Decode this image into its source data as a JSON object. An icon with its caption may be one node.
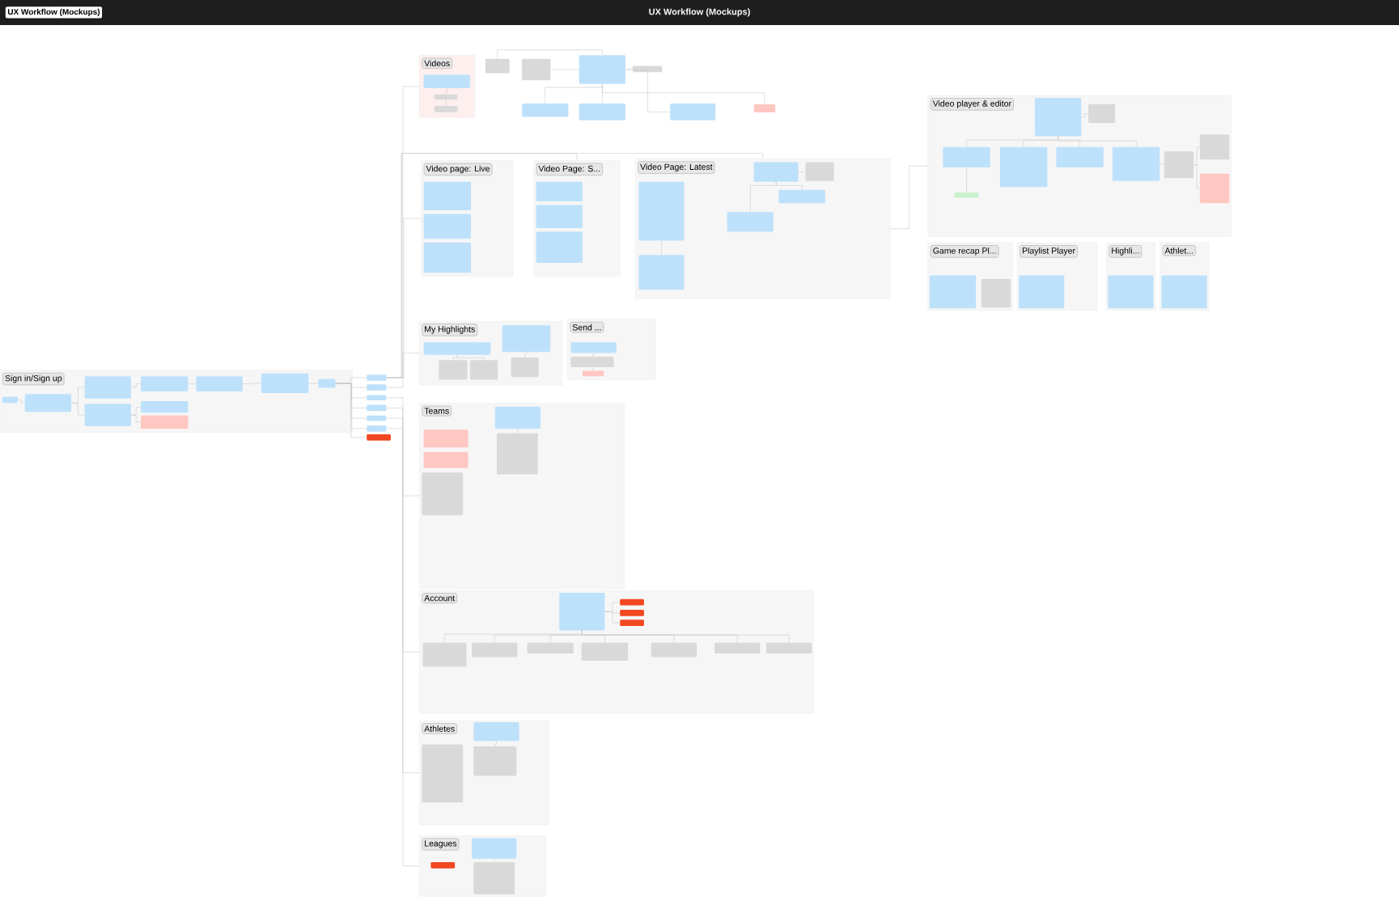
{
  "diagram": {
    "title": "UX Workflow (Mockups)",
    "labels": [
      "UX Workflow (Mockups)"
    ],
    "nodes": [
      {
        "text": [
          "Sign in/Sign up"
        ]
      },
      {
        "text": [],
        "shape": "box",
        "in": 0
      },
      {
        "text": [],
        "shape": "box",
        "in": 0
      },
      {
        "text": [],
        "shape": "box",
        "in": 0
      },
      {
        "text": [],
        "shape": "box",
        "in": 0
      },
      {
        "text": [],
        "shape": "box",
        "in": 0
      },
      {
        "text": [],
        "shape": "box",
        "in": 0
      },
      {
        "text": [],
        "shape": "box",
        "in": 0
      },
      {
        "text": [],
        "shape": "box",
        "in": 0
      },
      {
        "text": [],
        "shape": "box",
        "in": 0
      },
      {
        "text": [],
        "shape": "box",
        "in": 0
      },
      {
        "text": [],
        "shape": "box"
      },
      {
        "text": [],
        "shape": "box"
      },
      {
        "text": [],
        "shape": "box"
      },
      {
        "text": [],
        "shape": "box"
      },
      {
        "text": [],
        "shape": "box"
      },
      {
        "text": [],
        "shape": "box"
      },
      {
        "text": [],
        "shape": "box"
      },
      {
        "text": [
          "Videos"
        ]
      },
      {
        "text": [],
        "shape": "box",
        "in": 18
      },
      {
        "text": [],
        "shape": "box",
        "in": 18
      },
      {
        "text": [],
        "shape": "box",
        "in": 18
      },
      {
        "text": [],
        "shape": "box"
      },
      {
        "text": [],
        "shape": "box"
      },
      {
        "text": [],
        "shape": "box"
      },
      {
        "text": [],
        "shape": "box"
      },
      {
        "text": [],
        "shape": "box"
      },
      {
        "text": [],
        "shape": "box"
      },
      {
        "text": [],
        "shape": "box"
      },
      {
        "text": [],
        "shape": "box"
      },
      {
        "text": [
          "Video page: Live"
        ]
      },
      {
        "text": [],
        "shape": "box",
        "in": 30
      },
      {
        "text": [],
        "shape": "box",
        "in": 30
      },
      {
        "text": [],
        "shape": "box",
        "in": 30
      },
      {
        "text": [
          "Video Page: S..."
        ]
      },
      {
        "text": [],
        "shape": "box",
        "in": 34
      },
      {
        "text": [],
        "shape": "box",
        "in": 34
      },
      {
        "text": [],
        "shape": "box",
        "in": 34
      },
      {
        "text": [
          "Video Page: Latest"
        ]
      },
      {
        "text": [],
        "shape": "box",
        "in": 38
      },
      {
        "text": [],
        "shape": "box",
        "in": 38
      },
      {
        "text": [],
        "shape": "box",
        "in": 38
      },
      {
        "text": [],
        "shape": "box",
        "in": 38
      },
      {
        "text": [],
        "shape": "box",
        "in": 38
      },
      {
        "text": [],
        "shape": "box",
        "in": 38
      },
      {
        "text": [
          "Video player & editor"
        ]
      },
      {
        "text": [],
        "shape": "box",
        "in": 45
      },
      {
        "text": [],
        "shape": "box",
        "in": 45
      },
      {
        "text": [],
        "shape": "box",
        "in": 45
      },
      {
        "text": [],
        "shape": "box",
        "in": 45
      },
      {
        "text": [],
        "shape": "box",
        "in": 45
      },
      {
        "text": [],
        "shape": "box",
        "in": 45
      },
      {
        "text": [],
        "shape": "box",
        "in": 45
      },
      {
        "text": [],
        "shape": "box",
        "in": 45
      },
      {
        "text": [],
        "shape": "box",
        "in": 45
      },
      {
        "text": [],
        "shape": "box",
        "in": 45
      },
      {
        "text": [
          "Game recap Pl..."
        ]
      },
      {
        "text": [],
        "shape": "box",
        "in": 56
      },
      {
        "text": [],
        "shape": "box",
        "in": 56
      },
      {
        "text": [
          "Playlist Player"
        ]
      },
      {
        "text": [],
        "shape": "box",
        "in": 59
      },
      {
        "text": [
          "Highli..."
        ]
      },
      {
        "text": [],
        "shape": "box",
        "in": 61
      },
      {
        "text": [
          "Athlet..."
        ]
      },
      {
        "text": [],
        "shape": "box",
        "in": 63
      },
      {
        "text": [
          "My Highlights"
        ]
      },
      {
        "text": [],
        "shape": "box",
        "in": 65
      },
      {
        "text": [],
        "shape": "box",
        "in": 65
      },
      {
        "text": [],
        "shape": "box",
        "in": 65
      },
      {
        "text": [],
        "shape": "box",
        "in": 65
      },
      {
        "text": [],
        "shape": "box",
        "in": 65
      },
      {
        "text": [
          "Send ..."
        ]
      },
      {
        "text": [],
        "shape": "box",
        "in": 71
      },
      {
        "text": [],
        "shape": "box",
        "in": 71
      },
      {
        "text": [],
        "shape": "box",
        "in": 71
      },
      {
        "text": [
          "Teams"
        ]
      },
      {
        "text": [],
        "shape": "box",
        "in": 75
      },
      {
        "text": [],
        "shape": "box",
        "in": 75
      },
      {
        "text": [],
        "shape": "box",
        "in": 75
      },
      {
        "text": [],
        "shape": "box",
        "in": 75
      },
      {
        "text": [],
        "shape": "box",
        "in": 75
      },
      {
        "text": [
          "Account"
        ]
      },
      {
        "text": [],
        "shape": "box",
        "in": 81
      },
      {
        "text": [],
        "shape": "box",
        "in": 81
      },
      {
        "text": [],
        "shape": "box",
        "in": 81
      },
      {
        "text": [],
        "shape": "box",
        "in": 81
      },
      {
        "text": [],
        "shape": "box",
        "in": 81
      },
      {
        "text": [],
        "shape": "box",
        "in": 81
      },
      {
        "text": [],
        "shape": "box",
        "in": 81
      },
      {
        "text": [],
        "shape": "box",
        "in": 81
      },
      {
        "text": [],
        "shape": "box",
        "in": 81
      },
      {
        "text": [],
        "shape": "box",
        "in": 81
      },
      {
        "text": [],
        "shape": "box",
        "in": 81
      },
      {
        "text": [
          "Athletes"
        ]
      },
      {
        "text": [],
        "shape": "box",
        "in": 93
      },
      {
        "text": [],
        "shape": "box",
        "in": 93
      },
      {
        "text": [],
        "shape": "box",
        "in": 93
      },
      {
        "text": [
          "Leagues"
        ]
      },
      {
        "text": [],
        "shape": "box",
        "in": 97
      },
      {
        "text": [],
        "shape": "box",
        "in": 97
      },
      {
        "text": [],
        "shape": "box",
        "in": 97
      }
    ],
    "edges": [
      {
        "from": 1,
        "to": 2,
        "arrow": "none"
      },
      {
        "from": 2,
        "to": 3,
        "arrow": "none"
      },
      {
        "from": 2,
        "to": 4,
        "arrow": "none"
      },
      {
        "from": 3,
        "to": 5,
        "arrow": "none"
      },
      {
        "from": 4,
        "to": 6,
        "arrow": "none"
      },
      {
        "from": 4,
        "to": 7,
        "arrow": "none"
      },
      {
        "from": 5,
        "to": 8,
        "arrow": "none"
      },
      {
        "from": 8,
        "to": 9,
        "arrow": "none"
      },
      {
        "from": 9,
        "to": 10,
        "arrow": "none"
      },
      {
        "from": 10,
        "to": 11,
        "arrow": "none"
      },
      {
        "from": 10,
        "to": 12,
        "arrow": "none"
      },
      {
        "from": 10,
        "to": 13,
        "arrow": "none"
      },
      {
        "from": 10,
        "to": 14,
        "arrow": "none"
      },
      {
        "from": 10,
        "to": 15,
        "arrow": "none"
      },
      {
        "from": 10,
        "to": 16,
        "arrow": "none"
      },
      {
        "from": 10,
        "to": 17,
        "arrow": "none"
      },
      {
        "from": 11,
        "to": 18,
        "arrow": "none"
      },
      {
        "from": 11,
        "to": 30,
        "arrow": "none"
      },
      {
        "from": 11,
        "to": 34,
        "arrow": "none"
      },
      {
        "from": 11,
        "to": 38,
        "arrow": "none"
      },
      {
        "from": 12,
        "to": 65,
        "arrow": "none"
      },
      {
        "from": 13,
        "to": 75,
        "arrow": "none"
      },
      {
        "from": 14,
        "to": 81,
        "arrow": "none"
      },
      {
        "from": 15,
        "to": 93,
        "arrow": "none"
      },
      {
        "from": 16,
        "to": 97,
        "arrow": "none"
      },
      {
        "from": 19,
        "to": 20,
        "arrow": "none"
      },
      {
        "from": 20,
        "to": 21,
        "arrow": "none"
      },
      {
        "from": 24,
        "to": 22,
        "arrow": "none"
      },
      {
        "from": 24,
        "to": 23,
        "arrow": "none"
      },
      {
        "from": 24,
        "to": 25,
        "arrow": "none"
      },
      {
        "from": 24,
        "to": 26,
        "arrow": "none"
      },
      {
        "from": 24,
        "to": 27,
        "arrow": "none"
      },
      {
        "from": 24,
        "to": 28,
        "arrow": "none"
      },
      {
        "from": 24,
        "to": 29,
        "arrow": "none"
      },
      {
        "from": 39,
        "to": 40,
        "arrow": "none"
      },
      {
        "from": 41,
        "to": 42,
        "arrow": "none"
      },
      {
        "from": 41,
        "to": 43,
        "arrow": "none"
      },
      {
        "from": 41,
        "to": 44,
        "arrow": "none"
      },
      {
        "from": 38,
        "to": 45,
        "arrow": "none"
      },
      {
        "from": 46,
        "to": 47,
        "arrow": "none"
      },
      {
        "from": 46,
        "to": 48,
        "arrow": "none"
      },
      {
        "from": 46,
        "to": 49,
        "arrow": "none"
      },
      {
        "from": 46,
        "to": 50,
        "arrow": "none"
      },
      {
        "from": 46,
        "to": 51,
        "arrow": "none"
      },
      {
        "from": 51,
        "to": 52,
        "arrow": "none"
      },
      {
        "from": 52,
        "to": 53,
        "arrow": "none"
      },
      {
        "from": 52,
        "to": 54,
        "arrow": "none"
      },
      {
        "from": 48,
        "to": 55,
        "arrow": "none"
      },
      {
        "from": 66,
        "to": 67,
        "arrow": "none"
      },
      {
        "from": 66,
        "to": 68,
        "arrow": "none"
      },
      {
        "from": 69,
        "to": 70,
        "arrow": "none"
      },
      {
        "from": 72,
        "to": 73,
        "arrow": "none"
      },
      {
        "from": 73,
        "to": 74,
        "arrow": "none"
      },
      {
        "from": 79,
        "to": 80,
        "arrow": "none"
      },
      {
        "from": 82,
        "to": 83,
        "arrow": "none"
      },
      {
        "from": 82,
        "to": 84,
        "arrow": "none"
      },
      {
        "from": 82,
        "to": 85,
        "arrow": "none"
      },
      {
        "from": 82,
        "to": 86,
        "arrow": "none"
      },
      {
        "from": 82,
        "to": 87,
        "arrow": "none"
      },
      {
        "from": 82,
        "to": 88,
        "arrow": "none"
      },
      {
        "from": 82,
        "to": 89,
        "arrow": "none"
      },
      {
        "from": 82,
        "to": 90,
        "arrow": "none"
      },
      {
        "from": 82,
        "to": 91,
        "arrow": "none"
      },
      {
        "from": 82,
        "to": 92,
        "arrow": "none"
      },
      {
        "from": 95,
        "to": 96,
        "arrow": "none"
      },
      {
        "from": 99,
        "to": 100,
        "arrow": "none"
      }
    ]
  }
}
